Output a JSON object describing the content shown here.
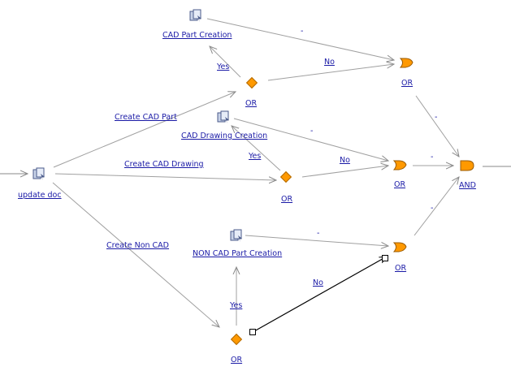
{
  "nodes": {
    "update_doc": "update doc",
    "cad_part_creation": "CAD Part Creation",
    "cad_drawing_creation": "CAD Drawing Creation",
    "non_cad_part_creation": "NON CAD Part Creation",
    "or1": "OR",
    "or2": "OR",
    "or3": "OR",
    "or_gate1": "OR",
    "or_gate2": "OR",
    "or_gate3": "OR",
    "and_gate": "AND"
  },
  "edges": {
    "create_cad_part": "Create CAD Part",
    "create_cad_drawing": "Create CAD Drawing",
    "create_non_cad": "Create Non CAD",
    "yes1": "Yes",
    "yes2": "Yes",
    "yes3": "Yes",
    "no1": "No",
    "no2": "No",
    "no3": "No",
    "dash1": "-",
    "dash2": "-",
    "dash3": "-",
    "dash4": "-",
    "dash5": "-",
    "dash6": "-"
  },
  "colors": {
    "link": "#1a1aa6",
    "connector": "#a0a0a0",
    "decision": "#ff9900",
    "gate": "#ff9900"
  }
}
